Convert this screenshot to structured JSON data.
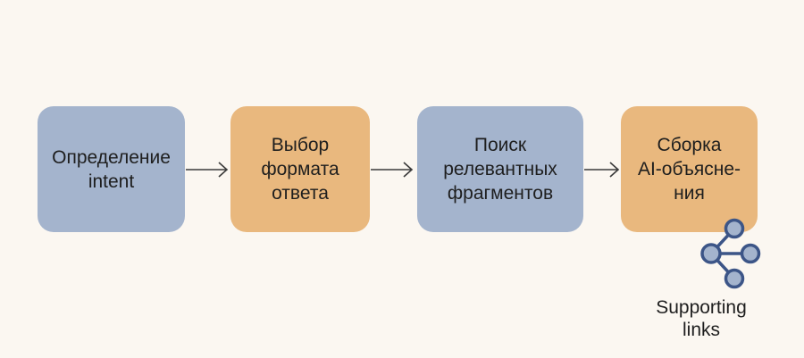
{
  "diagram": {
    "type": "flowchart",
    "direction": "left-to-right",
    "steps": [
      {
        "id": "step1",
        "lines": [
          "Определение",
          "intent"
        ],
        "color": "#a4b4cd"
      },
      {
        "id": "step2",
        "lines": [
          "Выбор",
          "формата",
          "ответа"
        ],
        "color": "#e9b87e"
      },
      {
        "id": "step3",
        "lines": [
          "Поиск",
          "релевантных",
          "фрагментов"
        ],
        "color": "#a4b4cd"
      },
      {
        "id": "step4",
        "lines": [
          "Сборка",
          "AI-объясне-",
          "ния"
        ],
        "color": "#e9b87e"
      }
    ],
    "edges": [
      {
        "from": "step1",
        "to": "step2"
      },
      {
        "from": "step2",
        "to": "step3"
      },
      {
        "from": "step3",
        "to": "step4"
      }
    ],
    "annotation": {
      "icon": "share-nodes-icon",
      "lines": [
        "Supporting",
        "links"
      ],
      "attached_to": "step4"
    }
  },
  "colors": {
    "background": "#fbf7f1",
    "blue_box": "#a4b4cd",
    "orange_box": "#e9b87e",
    "arrow": "#3a3a3a",
    "icon_stroke": "#3c5587",
    "icon_fill": "#a4b4cd"
  }
}
